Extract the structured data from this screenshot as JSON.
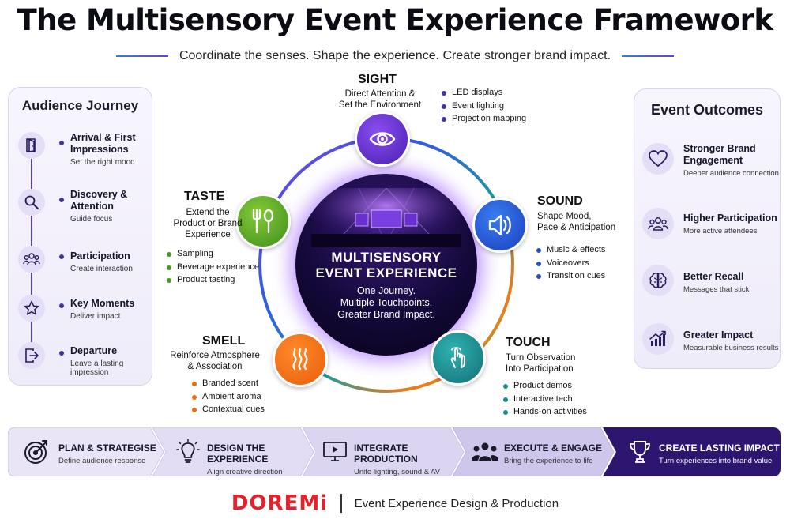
{
  "title": "The Multisensory Event Experience Framework",
  "subtitle": "Coordinate the senses. Shape the experience. Create stronger brand impact.",
  "audience_journey": {
    "title": "Audience Journey",
    "items": [
      {
        "title": "Arrival & First Impressions",
        "sub": "Set the right mood",
        "icon": "door-icon"
      },
      {
        "title": "Discovery & Attention",
        "sub": "Guide focus",
        "icon": "magnifier-icon"
      },
      {
        "title": "Participation",
        "sub": "Create interaction",
        "icon": "group-icon"
      },
      {
        "title": "Key Moments",
        "sub": "Deliver impact",
        "icon": "star-icon"
      },
      {
        "title": "Departure",
        "sub": "Leave a lasting impression",
        "icon": "exit-icon"
      }
    ]
  },
  "event_outcomes": {
    "title": "Event Outcomes",
    "items": [
      {
        "title": "Stronger Brand Engagement",
        "sub": "Deeper audience connection",
        "icon": "heart-icon"
      },
      {
        "title": "Higher Participation",
        "sub": "More active attendees",
        "icon": "people-icon"
      },
      {
        "title": "Better Recall",
        "sub": "Messages that stick",
        "icon": "brain-icon"
      },
      {
        "title": "Greater Impact",
        "sub": "Measurable business results",
        "icon": "growth-chart-icon"
      }
    ]
  },
  "center": {
    "title_line1": "MULTISENSORY",
    "title_line2": "EVENT EXPERIENCE",
    "sub_line1": "One Journey.",
    "sub_line2": "Multiple Touchpoints.",
    "sub_line3": "Greater Brand Impact."
  },
  "senses": {
    "sight": {
      "name": "SIGHT",
      "desc1": "Direct Attention &",
      "desc2": "Set the Environment",
      "bullets": [
        "LED displays",
        "Event lighting",
        "Projection mapping"
      ],
      "color": "#4a2fa5",
      "icon": "eye-icon"
    },
    "sound": {
      "name": "SOUND",
      "desc1": "Shape Mood,",
      "desc2": "Pace & Anticipation",
      "bullets": [
        "Music & effects",
        "Voiceovers",
        "Transition cues"
      ],
      "color": "#2a4fc8",
      "icon": "speaker-icon"
    },
    "touch": {
      "name": "TOUCH",
      "desc1": "Turn Observation",
      "desc2": "Into Participation",
      "bullets": [
        "Product demos",
        "Interactive tech",
        "Hands-on activities"
      ],
      "color": "#1b8a8f",
      "icon": "hand-tap-icon"
    },
    "smell": {
      "name": "SMELL",
      "desc1": "Reinforce Atmosphere",
      "desc2": "& Association",
      "bullets": [
        "Branded scent",
        "Ambient aroma",
        "Contextual cues"
      ],
      "color": "#ef6a12",
      "icon": "aroma-icon"
    },
    "taste": {
      "name": "TASTE",
      "desc1": "Extend the",
      "desc2": "Product or Brand",
      "desc3": "Experience",
      "bullets": [
        "Sampling",
        "Beverage experience",
        "Product tasting"
      ],
      "color": "#4a9a22",
      "icon": "fork-spoon-icon"
    }
  },
  "process": [
    {
      "title": "PLAN & STRATEGISE",
      "sub": "Define audience response",
      "icon": "target-icon"
    },
    {
      "title": "DESIGN THE EXPERIENCE",
      "sub": "Align creative direction",
      "icon": "lightbulb-icon"
    },
    {
      "title": "INTEGRATE PRODUCTION",
      "sub": "Unite lighting, sound & AV",
      "icon": "monitor-play-icon"
    },
    {
      "title": "EXECUTE & ENGAGE",
      "sub": "Bring the experience to life",
      "icon": "team-icon"
    },
    {
      "title": "CREATE LASTING IMPACT",
      "sub": "Turn experiences into brand value",
      "icon": "trophy-icon"
    }
  ],
  "footer": {
    "brand": "DOREMi",
    "tagline": "Event Experience Design & Production"
  },
  "colors": {
    "accent": "#4a2fa5",
    "brand": "#e8202a",
    "final_step": "#2c1670"
  }
}
